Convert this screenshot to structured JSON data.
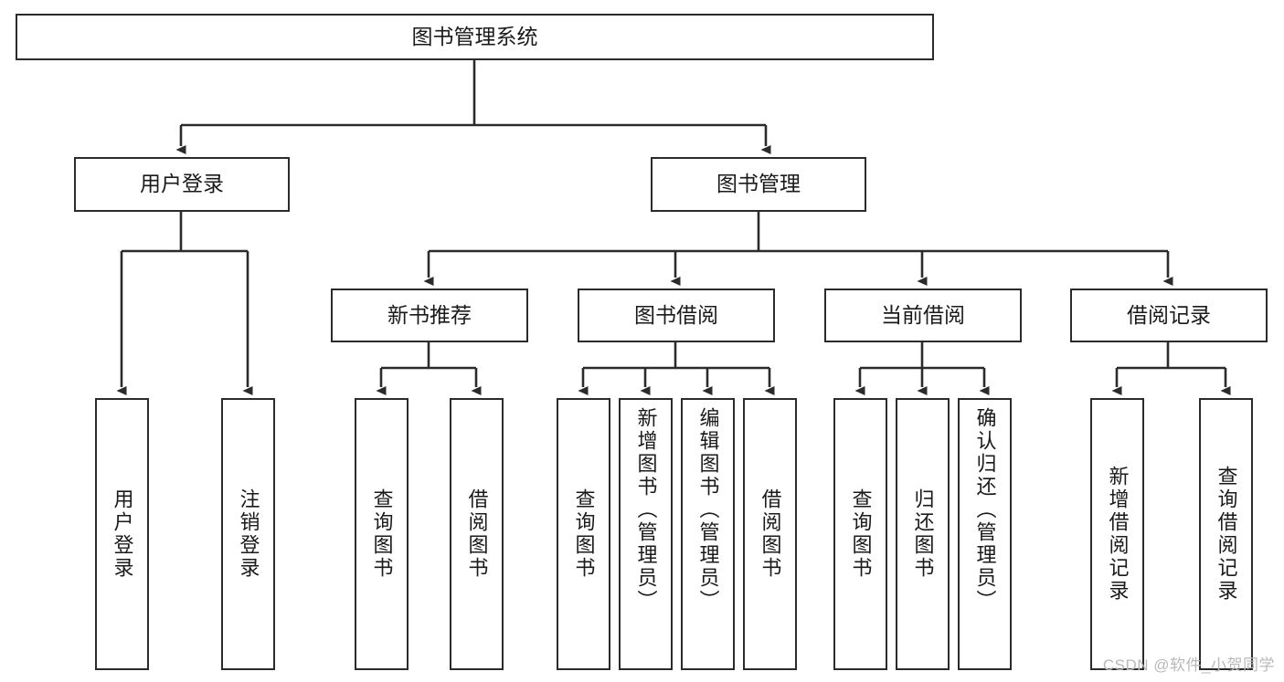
{
  "diagram": {
    "title": "图书管理系统",
    "type": "hierarchy-tree",
    "colors": {
      "border": "#2b2b2b",
      "background": "#ffffff",
      "text": "#1a1a1a",
      "watermark": "#b9b9b9"
    },
    "watermark": "CSDN @软件_小贺同学",
    "nodes": {
      "root": {
        "label": "图书管理系统"
      },
      "level2": [
        {
          "id": "user-login",
          "label": "用户登录"
        },
        {
          "id": "book-manage",
          "label": "图书管理"
        }
      ],
      "level3": [
        {
          "id": "new-book-recommend",
          "label": "新书推荐"
        },
        {
          "id": "book-borrow",
          "label": "图书借阅"
        },
        {
          "id": "current-borrow",
          "label": "当前借阅"
        },
        {
          "id": "borrow-record",
          "label": "借阅记录"
        }
      ],
      "leaves": [
        {
          "id": "leaf-user-login",
          "label": "用户登录",
          "parent": "user-login"
        },
        {
          "id": "leaf-logout-login",
          "label": "注销登录",
          "parent": "user-login"
        },
        {
          "id": "leaf-query-book-1",
          "label": "查询图书",
          "parent": "new-book-recommend"
        },
        {
          "id": "leaf-borrow-book-1",
          "label": "借阅图书",
          "parent": "new-book-recommend"
        },
        {
          "id": "leaf-query-book-2",
          "label": "查询图书",
          "parent": "book-borrow"
        },
        {
          "id": "leaf-add-book",
          "label": "新增图书（管理员）",
          "parent": "book-borrow"
        },
        {
          "id": "leaf-edit-book",
          "label": "编辑图书（管理员）",
          "parent": "book-borrow"
        },
        {
          "id": "leaf-borrow-book-2",
          "label": "借阅图书",
          "parent": "book-borrow"
        },
        {
          "id": "leaf-query-book-3",
          "label": "查询图书",
          "parent": "current-borrow"
        },
        {
          "id": "leaf-return-book",
          "label": "归还图书",
          "parent": "current-borrow"
        },
        {
          "id": "leaf-confirm-return",
          "label": "确认归还（管理员）",
          "parent": "current-borrow"
        },
        {
          "id": "leaf-add-record",
          "label": "新增借阅记录",
          "parent": "borrow-record"
        },
        {
          "id": "leaf-query-record",
          "label": "查询借阅记录",
          "parent": "borrow-record"
        }
      ]
    }
  }
}
